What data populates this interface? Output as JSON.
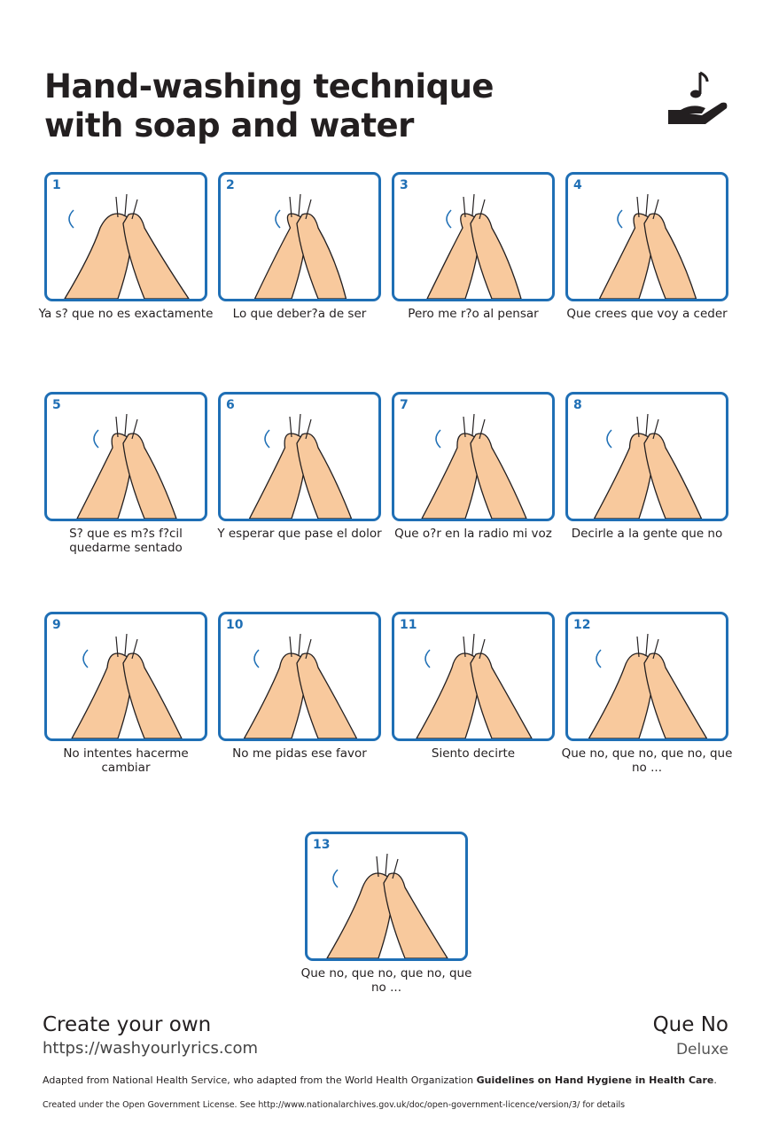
{
  "title_line1": "Hand-washing technique",
  "title_line2": "with soap and water",
  "steps": [
    {
      "number": "1",
      "caption": "Ya s? que no es exactamente"
    },
    {
      "number": "2",
      "caption": "Lo que deber?a de ser"
    },
    {
      "number": "3",
      "caption": "Pero me r?o al pensar"
    },
    {
      "number": "4",
      "caption": "Que crees que voy a ceder"
    },
    {
      "number": "5",
      "caption": "S? que es m?s f?cil quedarme sentado"
    },
    {
      "number": "6",
      "caption": "Y esperar que pase el dolor"
    },
    {
      "number": "7",
      "caption": "Que o?r en la radio mi voz"
    },
    {
      "number": "8",
      "caption": "Decirle a la gente que no"
    },
    {
      "number": "9",
      "caption": "No intentes hacerme cambiar"
    },
    {
      "number": "10",
      "caption": "No me pidas ese favor"
    },
    {
      "number": "11",
      "caption": "Siento decirte"
    },
    {
      "number": "12",
      "caption": "Que no, que no, que no, que no ..."
    },
    {
      "number": "13",
      "caption": "Que no, que no, que no, que no ..."
    }
  ],
  "footer": {
    "create": "Create your own",
    "url": "https://washyourlyrics.com",
    "song": "Que No",
    "artist": "Deluxe",
    "credit_text": "Adapted from National Health Service, who adapted from the World Health Organization ",
    "credit_bold": "Guidelines on Hand Hygiene in Health Care",
    "credit_end": ".",
    "license": "Created under the Open Government License. See http://www.nationalarchives.gov.uk/doc/open-government-licence/version/3/ for details"
  },
  "colors": {
    "accent": "#1f6fb5",
    "skin": "#f8c99d"
  }
}
